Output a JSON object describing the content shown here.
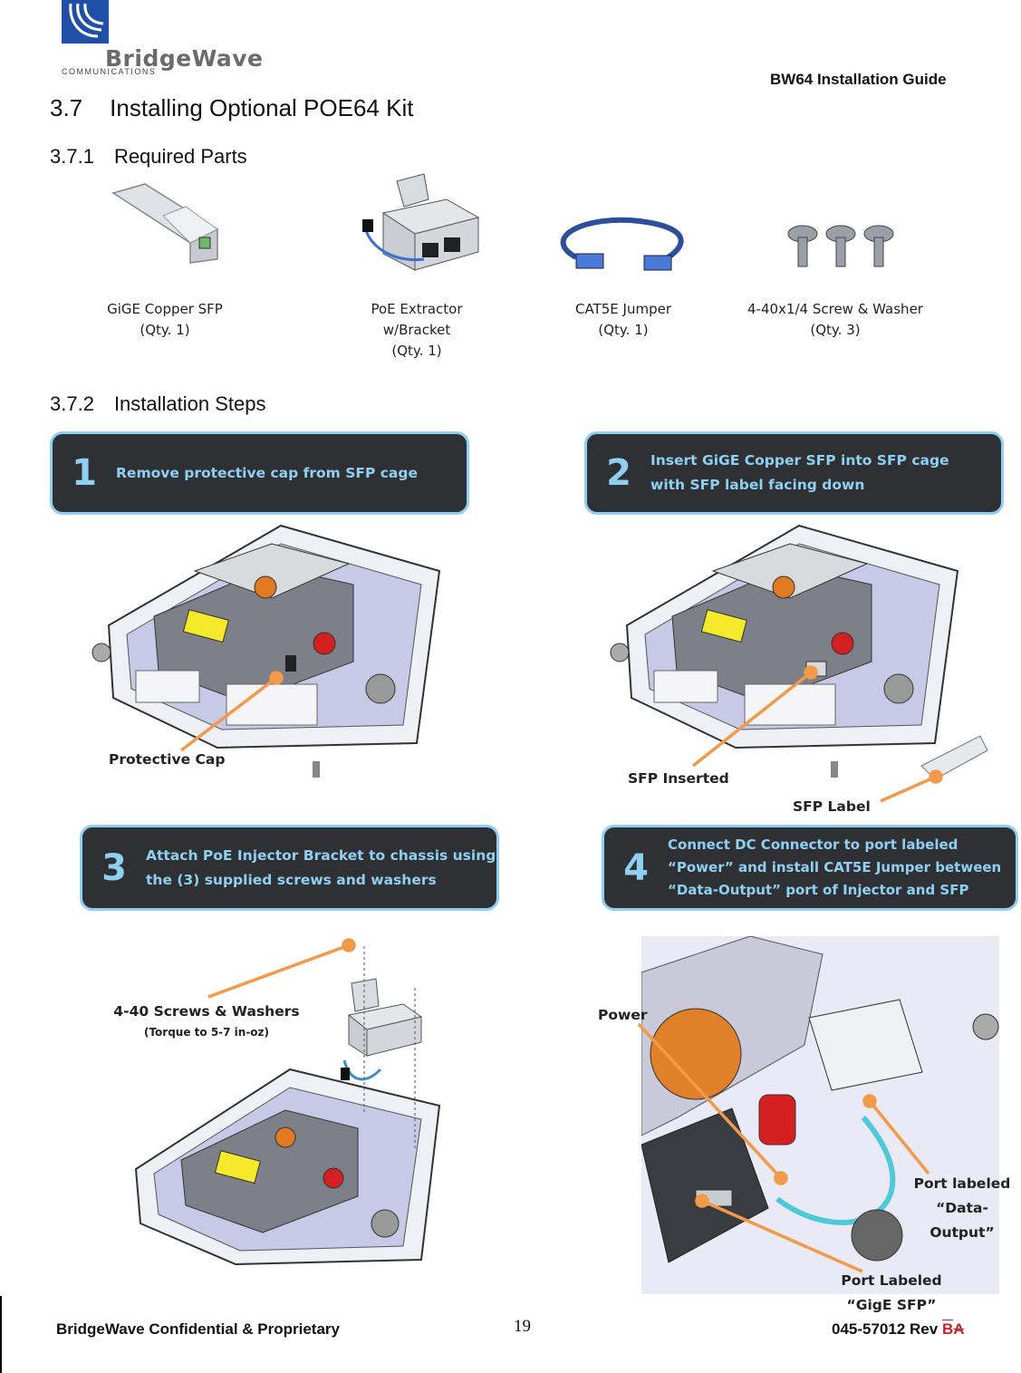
{
  "header": {
    "logo_name": "BridgeWave",
    "logo_sub": "COMMUNICATIONS",
    "doc_title": "BW64 Installation Guide"
  },
  "section": {
    "number": "3.7",
    "title": "Installing Optional POE64 Kit"
  },
  "subsections": {
    "parts": {
      "number": "3.7.1",
      "title": "Required Parts"
    },
    "steps": {
      "number": "3.7.2",
      "title": "Installation Steps"
    }
  },
  "parts": [
    {
      "name": "GiGE Copper SFP",
      "line2": "(Qty. 1)",
      "line3": ""
    },
    {
      "name": "PoE Extractor",
      "line2": "w/Bracket",
      "line3": "(Qty. 1)"
    },
    {
      "name": "CAT5E Jumper",
      "line2": "(Qty. 1)",
      "line3": ""
    },
    {
      "name": "4-40x1/4 Screw & Washer",
      "line2": "(Qty. 3)",
      "line3": ""
    }
  ],
  "steps": [
    {
      "number": "1",
      "line1": "Remove protective cap from SFP cage",
      "line2": "",
      "line3": ""
    },
    {
      "number": "2",
      "line1": "Insert GiGE Copper SFP into SFP cage",
      "line2": "with SFP label facing down",
      "line3": ""
    },
    {
      "number": "3",
      "line1": "Attach PoE Injector Bracket to chassis using",
      "line2": "the (3) supplied screws and washers",
      "line3": ""
    },
    {
      "number": "4",
      "line1": "Connect DC Connector to port labeled",
      "line2": "“Power” and install CAT5E Jumper between",
      "line3": "“Data-Output” port of Injector and SFP"
    }
  ],
  "callouts": {
    "protective_cap": "Protective Cap",
    "sfp_inserted": "SFP Inserted",
    "sfp_label": "SFP Label",
    "screws": "4-40 Screws & Washers",
    "screws_torque": "(Torque to 5-7 in-oz)",
    "power": "Power",
    "data_output_1": "Port labeled",
    "data_output_2": "“Data-Output”",
    "gige_sfp_1": "Port Labeled",
    "gige_sfp_2": "“GigE SFP”"
  },
  "footer": {
    "left": "BridgeWave Confidential & Proprietary",
    "page": "19",
    "doc_number": "045-57012 Rev ",
    "rev_new": "B",
    "rev_old": "A"
  },
  "colors": {
    "step_box_bg": "#2f3033",
    "step_accent": "#8ecff2",
    "callout_line": "#f29a4a"
  }
}
